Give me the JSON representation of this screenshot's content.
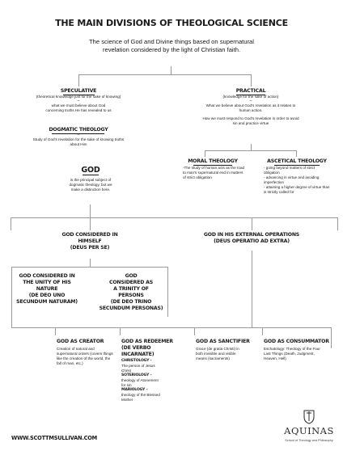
{
  "title": "THE MAIN DIVISIONS OF THEOLOGICAL SCIENCE",
  "subtitle": "The science of God and Divine things based on supernatural revelation considered by the light of Christian faith.",
  "speculative": {
    "heading": "SPECULATIVE",
    "note": "(theoretical knowledge just for the sake of knowing)",
    "sep": "–",
    "desc": "what we must believe about God concerning truths He has revealed to us"
  },
  "dogmatic": {
    "heading": "DOGMATIC THEOLOGY",
    "sep": "–",
    "desc": "Study of God's revelation for the sake of knowing truths about Him"
  },
  "god": {
    "heading": "GOD",
    "desc": "is the principal subject of dogmatic theology, but we make a distinction here."
  },
  "practical": {
    "heading": "PRACTICAL",
    "note": "(knowledge for the sake of action)",
    "sep": "–",
    "desc": "What we believe about God's revelation as it relates to human action.",
    "desc2": "How we must respond to God's revelation in order to avoid sin and practice virtue"
  },
  "moral": {
    "heading": "MORAL THEOLOGY",
    "desc": "-The study of human acts as the road to man's supernatural end in matters of strict obligation"
  },
  "ascetical": {
    "heading": "ASCETICAL THEOLOGY",
    "items": [
      "- going beyond matters of strict obligation",
      "- advancing in virtue and avoiding imperfection",
      "- attaining a higher degree of virtue than is strictly called for"
    ]
  },
  "in_himself": {
    "heading": "GOD CONSIDERED IN HIMSELF",
    "latin": "(DEUS PER SE)"
  },
  "external": {
    "heading": "GOD IN HIS EXTERNAL OPERATIONS",
    "latin": "(DEUS OPERATIO AD EXTRA)"
  },
  "unity": {
    "heading": "GOD CONSIDERED IN THE UNITY OF HIS NATURE",
    "latin": "(DE DEO UNO SECUNDUM NATURAM)"
  },
  "trinity": {
    "heading": "GOD CONSIDERED AS A TRINITY OF PERSONS",
    "latin": "(DE DEO TRINO SECUNDUM PERSONAS)"
  },
  "creator": {
    "heading": "GOD AS CREATOR",
    "desc": "Creation of natural and supernatural orders (covers things like the creation of the world, the fall of man, etc.)"
  },
  "redeemer": {
    "heading": "GOD AS REDEEMER",
    "latin": "(DE VERBO INCARNATE)",
    "christology_label": "CHRISTOLOGY -",
    "christology_desc": "The person of Jesus Christ",
    "soteriology_label": "SOTERIOLOGY –",
    "soteriology_desc": "theology of Atonement for sin",
    "mariology_label": "MARIOLOGY –",
    "mariology_desc": "theology of the Blessed Mother"
  },
  "sanctifier": {
    "heading": "GOD AS SANCTIFIER",
    "desc": "Grace (de gratia Christi) in both invisible and visible means (sacraments)"
  },
  "consummator": {
    "heading": "GOD AS CONSUMMATOR",
    "desc": "Eschatology: Theology of the Four Last Things (Death, Judgment, Heaven, Hell)"
  },
  "footer": {
    "url": "WWW.SCOTTMSULLIVAN.COM",
    "logo_text": "AQUINAS",
    "logo_sub": "School of Theology and Philosophy"
  },
  "colors": {
    "line": "#9a9a9a",
    "text": "#1a1a1a"
  }
}
